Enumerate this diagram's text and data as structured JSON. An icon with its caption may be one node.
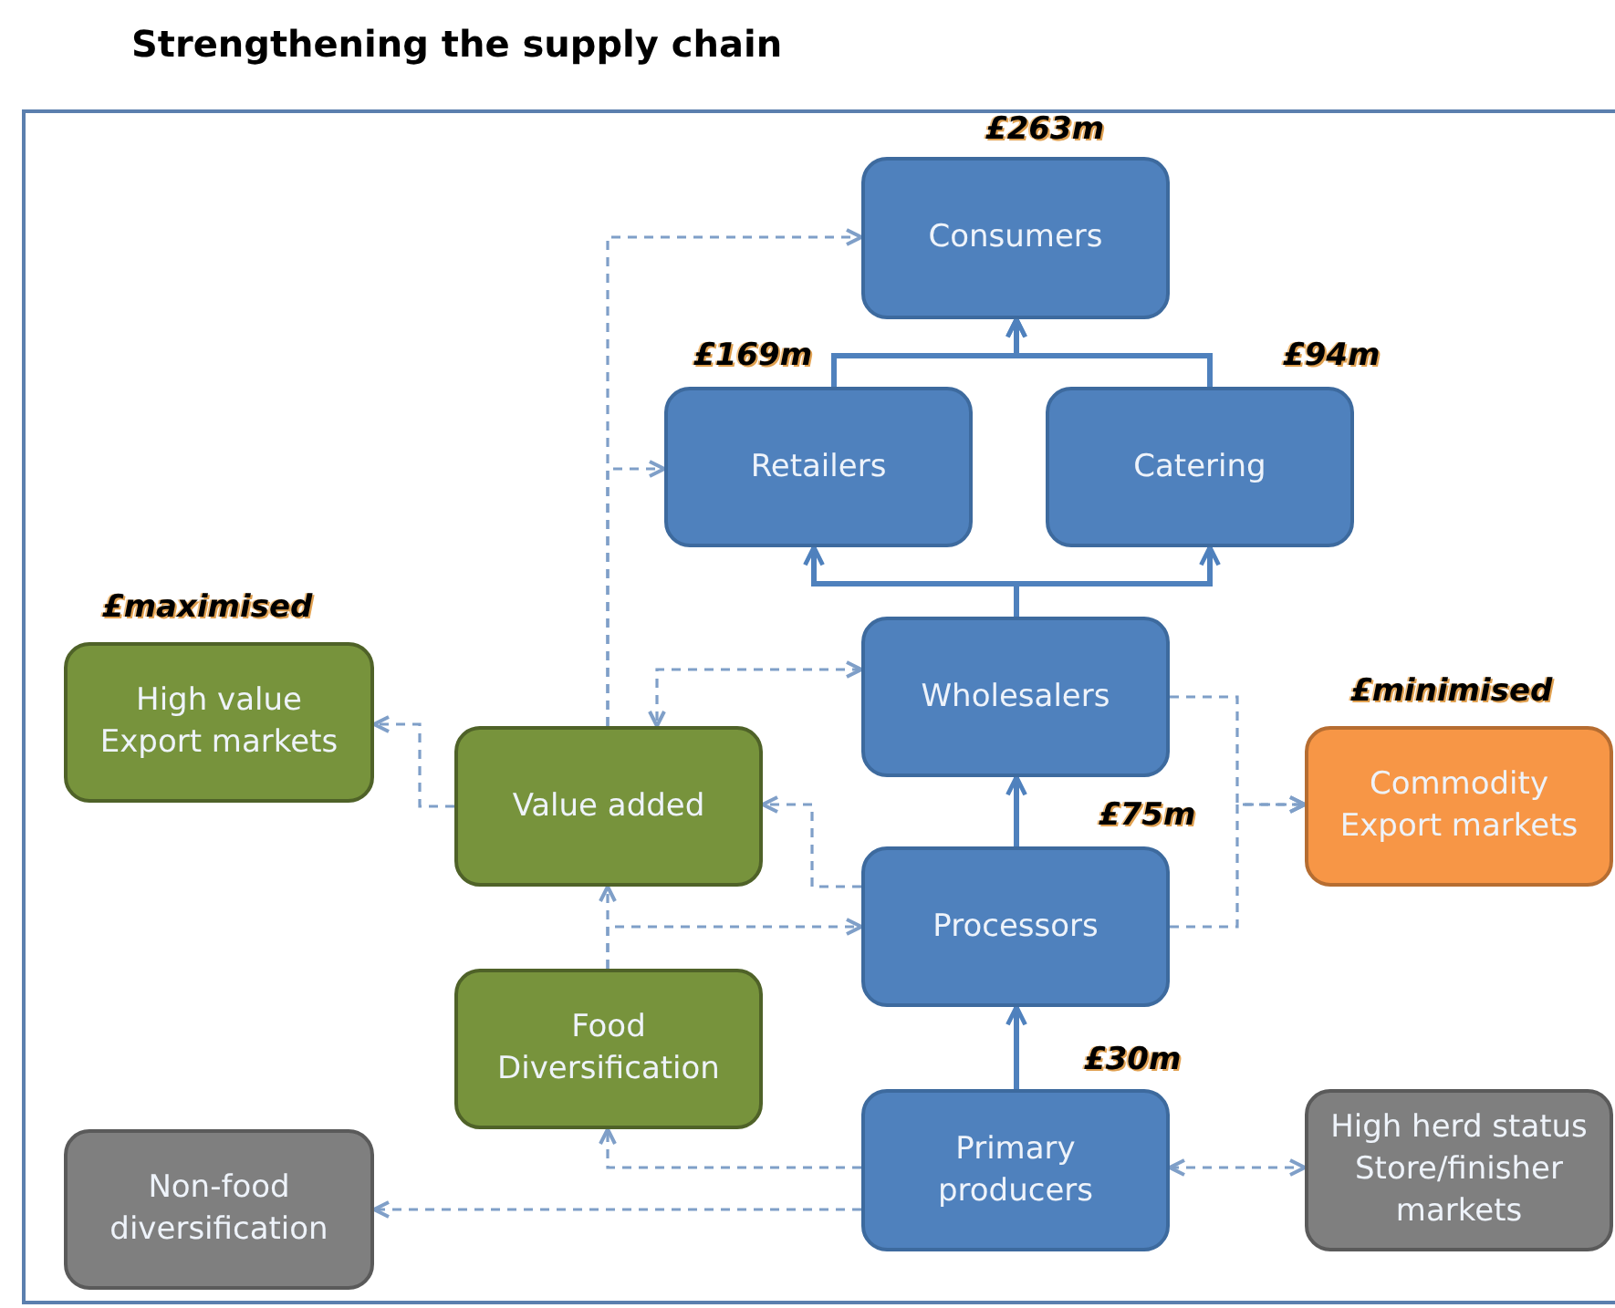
{
  "diagram": {
    "title": "Strengthening the supply chain",
    "nodes": [
      {
        "text": [
          "Consumers"
        ],
        "beside": [
          "£263m"
        ]
      },
      {
        "text": [
          "Retailers"
        ],
        "beside": [
          "£169m"
        ]
      },
      {
        "text": [
          "Catering"
        ],
        "beside": [
          "£94m"
        ]
      },
      {
        "text": [
          "High value Export markets"
        ],
        "beside": [
          "£maximised"
        ]
      },
      {
        "text": [
          "Wholesalers"
        ]
      },
      {
        "text": [
          "Value added"
        ]
      },
      {
        "text": [
          "Commodity Export markets"
        ],
        "beside": [
          "£minimised"
        ]
      },
      {
        "text": [
          "Processors"
        ],
        "beside": [
          "£75m"
        ]
      },
      {
        "text": [
          "Food Diversification"
        ]
      },
      {
        "text": [
          "Primary producers"
        ],
        "beside": [
          "£30m"
        ]
      },
      {
        "text": [
          "Non-food diversification"
        ]
      },
      {
        "text": [
          "High herd status Store/finisher markets"
        ]
      }
    ],
    "edges": [
      {
        "from": 1,
        "to": 0,
        "arrow": "to"
      },
      {
        "from": 2,
        "to": 0,
        "arrow": "to"
      },
      {
        "from": 4,
        "to": 1,
        "arrow": "to"
      },
      {
        "from": 4,
        "to": 2,
        "arrow": "to"
      },
      {
        "from": 7,
        "to": 4,
        "arrow": "to"
      },
      {
        "from": 9,
        "to": 7,
        "arrow": "to"
      },
      {
        "from": 5,
        "to": 0,
        "arrow": "to",
        "style": "dashed"
      },
      {
        "from": 5,
        "to": 1,
        "arrow": "to",
        "style": "dashed"
      },
      {
        "from": 5,
        "to": 3,
        "arrow": "to",
        "style": "dashed"
      },
      {
        "from": 4,
        "to": 5,
        "arrow": "both",
        "style": "dashed"
      },
      {
        "from": 7,
        "to": 5,
        "arrow": "to",
        "style": "dashed"
      },
      {
        "from": 8,
        "to": 5,
        "arrow": "to",
        "style": "dashed"
      },
      {
        "from": 8,
        "to": 7,
        "arrow": "to",
        "style": "dashed"
      },
      {
        "from": 4,
        "to": 6,
        "arrow": "to",
        "style": "dashed"
      },
      {
        "from": 7,
        "to": 6,
        "arrow": "to",
        "style": "dashed"
      },
      {
        "from": 9,
        "to": 8,
        "arrow": "to",
        "style": "dashed"
      },
      {
        "from": 9,
        "to": 10,
        "arrow": "to",
        "style": "dashed"
      },
      {
        "from": 9,
        "to": 11,
        "arrow": "both",
        "style": "dashed"
      }
    ]
  }
}
